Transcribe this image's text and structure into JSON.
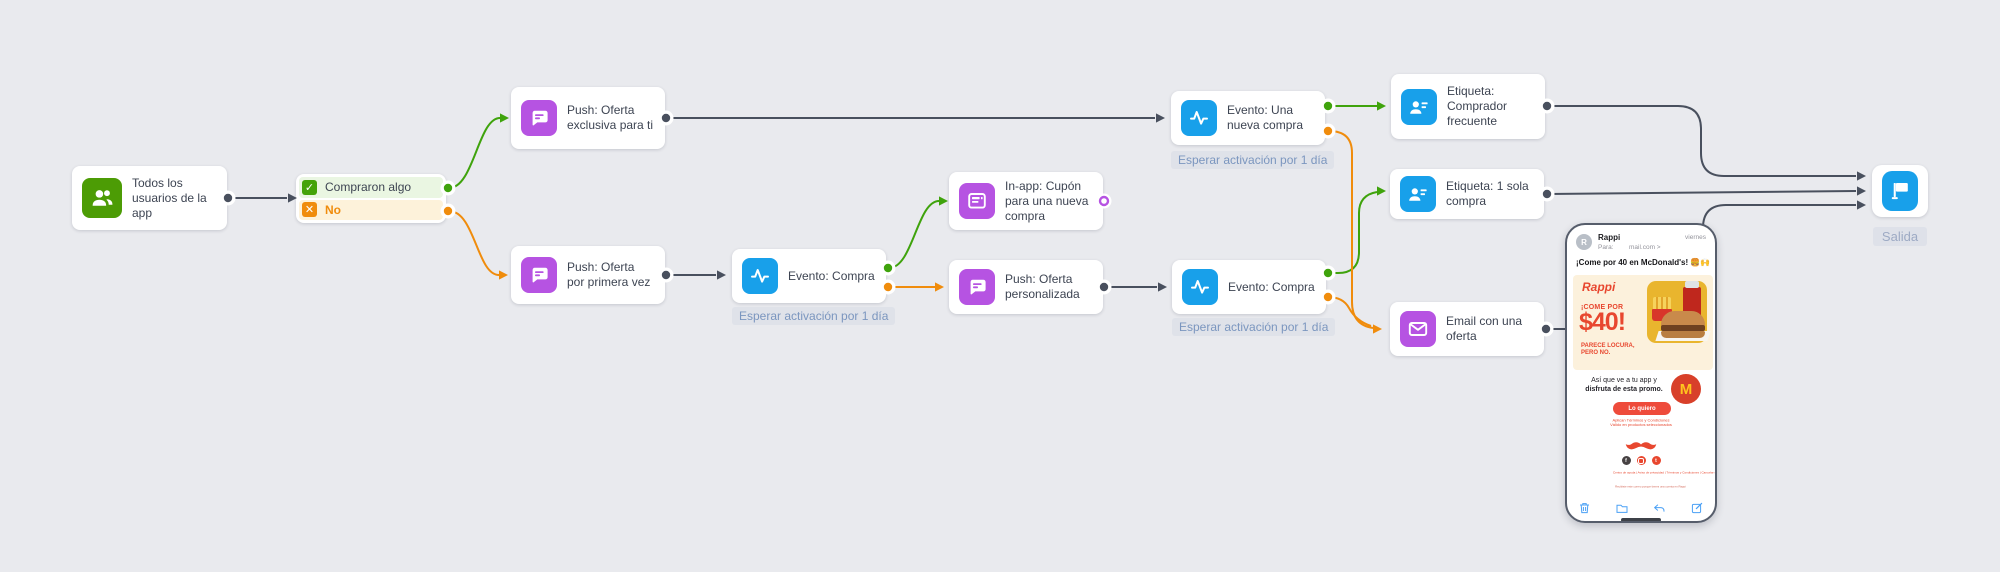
{
  "canvas": {
    "background": "#e9eaee"
  },
  "colors": {
    "green": "#4c9c05",
    "green_wire": "#3fa30c",
    "orange": "#f08c0c",
    "purple": "#b653e2",
    "blue": "#18a0ea",
    "dark_wire": "#49505e",
    "wait_text": "#7b96bf",
    "wait_bg": "#dfe2e9"
  },
  "nodes": {
    "audience": {
      "label": "Todos los usuarios de la app"
    },
    "condition": {
      "yes_label": "Compraron algo",
      "no_label": "No"
    },
    "push_exclusive": {
      "label": "Push: Oferta exclusiva para ti"
    },
    "push_first": {
      "label": "Push: Oferta por primera vez"
    },
    "event_purchase_1": {
      "label": "Evento: Compra",
      "wait": "Esperar activación por 1 día"
    },
    "inapp_coupon": {
      "label": "In-app: Cupón para una nueva compra"
    },
    "push_personalized": {
      "label": "Push: Oferta personalizada"
    },
    "event_new_purchase": {
      "label": "Evento: Una nueva compra",
      "wait": "Esperar activación por 1 día"
    },
    "event_purchase_2": {
      "label": "Evento: Compra",
      "wait": "Esperar activación por 1 día"
    },
    "tag_frequent": {
      "label": "Etiqueta: Comprador frecuente"
    },
    "tag_single": {
      "label": "Etiqueta: 1 sola compra"
    },
    "email_offer": {
      "label": "Email con una oferta"
    },
    "exit": {
      "label": "Salida"
    }
  },
  "phone": {
    "sender": "Rappi",
    "avatar_letter": "R",
    "to_label": "Para:",
    "to_value": "mail.com >",
    "date": "viernes",
    "subject": "¡Come por 40 en McDonald's! 🍔🙌",
    "promo_brand": "Rappi",
    "promo_kicker": "¡COME POR",
    "promo_amount": "$40!",
    "promo_sub1": "PARECE LOCURA,",
    "promo_sub2": "PERO NO.",
    "body_line1": "Así que ve a tu app y",
    "body_line2": "disfruta de esta promo.",
    "mcdonalds_letter": "M",
    "cta": "Lo quiero",
    "terms_line1": "Aplican Términos y Condiciones",
    "terms_line2": "Válido en productos seleccionados",
    "social_f": "f",
    "social_t": "t",
    "footer_links": "Centro de ayuda  |  Aviso de privacidad  |  Términos y Condiciones  |  Cancelar suscripción",
    "fine_print": "Recibiste este correo porque tienes una cuenta en Rappi"
  }
}
